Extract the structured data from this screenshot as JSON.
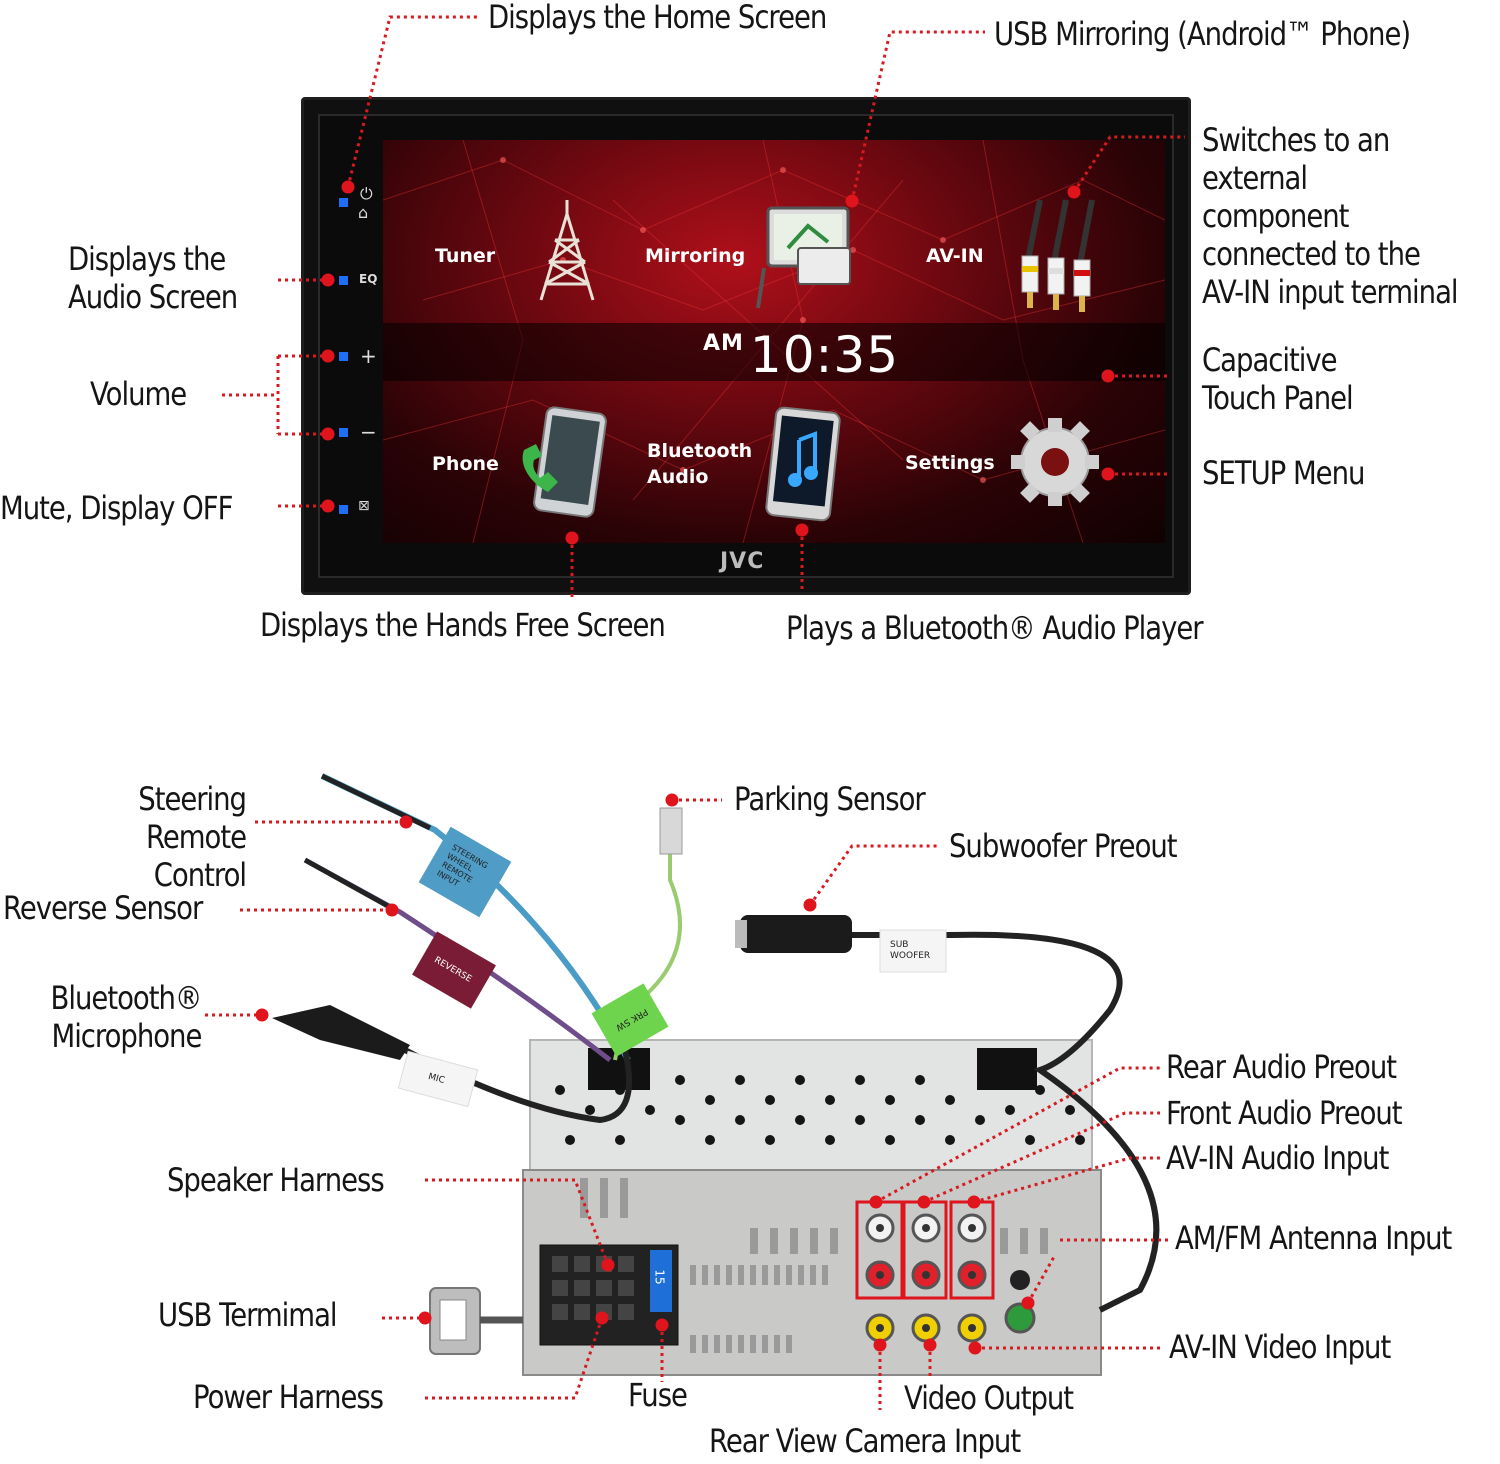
{
  "screen": {
    "tiles": {
      "tuner": "Tuner",
      "mirroring": "Mirroring",
      "avin": "AV-IN",
      "phone": "Phone",
      "bt_audio": "Bluetooth\nAudio",
      "settings": "Settings"
    },
    "clock_ampm": "AM",
    "clock_time": "10:35",
    "brand": "JVC",
    "side_buttons": {
      "eq": "EQ",
      "plus": "+",
      "minus": "−"
    }
  },
  "labels_top": {
    "home": "Displays the Home Screen",
    "usb_mirroring": "USB Mirroring (Android™ Phone)",
    "switches": "Switches to an\nexternal component\nconnected to the\nAV-IN input terminal",
    "audio_screen": "Displays the\nAudio Screen",
    "volume": "Volume",
    "mute": "Mute, Display OFF",
    "capacitive": "Capacitive\nTouch Panel",
    "setup": "SETUP Menu",
    "hands_free": "Displays the Hands Free Screen",
    "bt_player": "Plays a Bluetooth® Audio Player"
  },
  "labels_bottom": {
    "steering": "Steering Remote\nControl",
    "reverse": "Reverse Sensor",
    "bt_mic": "Bluetooth®\nMicrophone",
    "parking": "Parking Sensor",
    "subwoofer": "Subwoofer Preout",
    "rear_audio": "Rear Audio Preout",
    "front_audio": "Front Audio Preout",
    "avin_audio": "AV-IN Audio Input",
    "antenna": "AM/FM Antenna Input",
    "speaker": "Speaker Harness",
    "usb": "USB Termimal",
    "power": "Power Harness",
    "fuse": "Fuse",
    "avin_video": "AV-IN Video Input",
    "video_out": "Video Output",
    "rear_cam": "Rear View Camera Input"
  },
  "tags": {
    "steering": "STEERING\nWHEEL\nREMOTE\nINPUT",
    "reverse": "REVERSE",
    "mic": "MIC",
    "prk": "PRK SW",
    "sub": "SUB\nWOOFER",
    "fuse_val": "15"
  },
  "colors": {
    "accent": "#e0141c",
    "button": "#1e6ff5",
    "screen_red": "#b0101a"
  }
}
